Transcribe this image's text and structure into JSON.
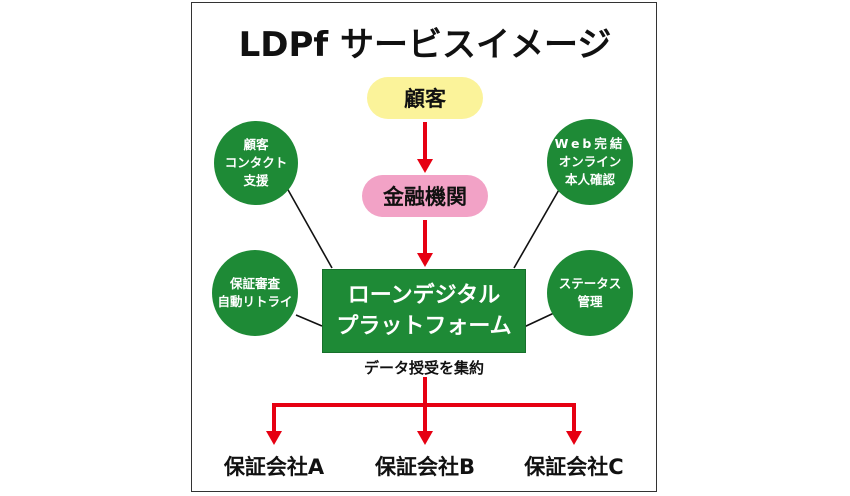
{
  "title": "LDPf サービスイメージ",
  "customer": "顧客",
  "financial_institution": "金融機関",
  "platform": {
    "line1": "ローンデジタル",
    "line2": "プラットフォーム"
  },
  "platform_caption": "データ授受を集約",
  "features": {
    "customer_contact": [
      "顧客",
      "コンタクト",
      "支援"
    ],
    "web_online": [
      "Web完結",
      "オンライン",
      "本人確認"
    ],
    "guarantee_review": [
      "保証審査",
      "自動リトライ"
    ],
    "status_management": [
      "ステータス",
      "管理"
    ]
  },
  "guarantee_companies": [
    "保証会社A",
    "保証会社B",
    "保証会社C"
  ],
  "colors": {
    "green": "#1e8a36",
    "red": "#e60012",
    "yellow": "#fbf39a",
    "pink": "#f2a2c6"
  }
}
